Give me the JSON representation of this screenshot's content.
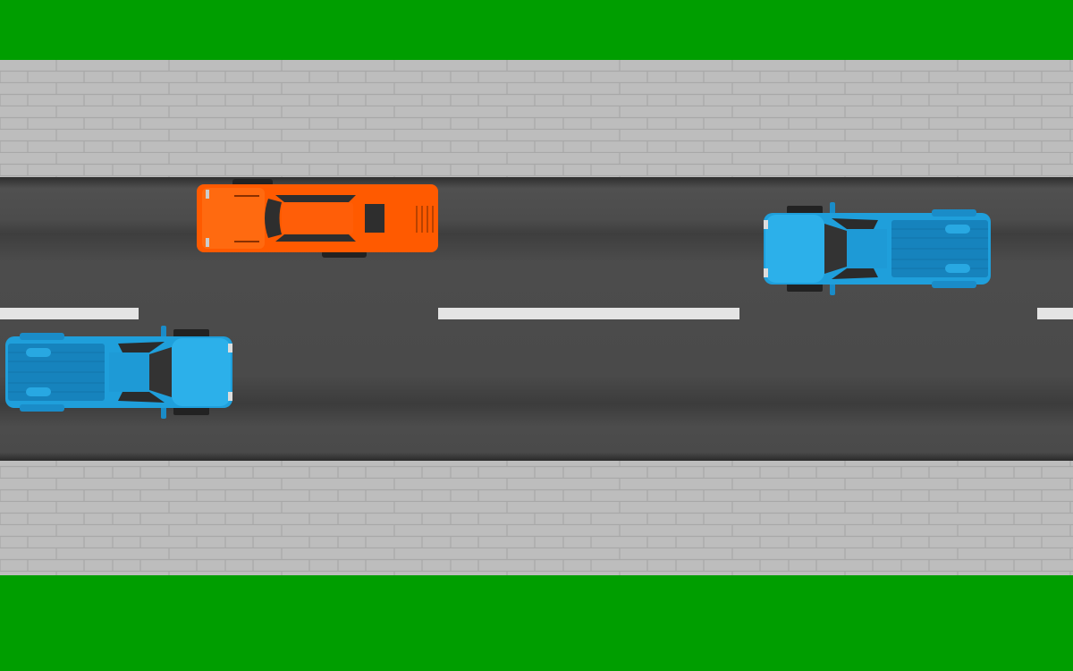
{
  "scene": {
    "colors": {
      "grass": "#009e00",
      "sidewalk": "#bdbdbd",
      "brick_line": "#a6a6a6",
      "road": "#4a4a4a",
      "lane_marking": "#e6e6e6",
      "orange_car": "#ff5a00",
      "blue_truck": "#1fa0dc"
    },
    "vehicles": [
      {
        "type": "muscle-car",
        "color": "orange",
        "direction": "left",
        "lane": "top"
      },
      {
        "type": "pickup-truck",
        "color": "blue",
        "direction": "left",
        "lane": "top"
      },
      {
        "type": "pickup-truck",
        "color": "blue",
        "direction": "right",
        "lane": "bottom"
      }
    ]
  }
}
